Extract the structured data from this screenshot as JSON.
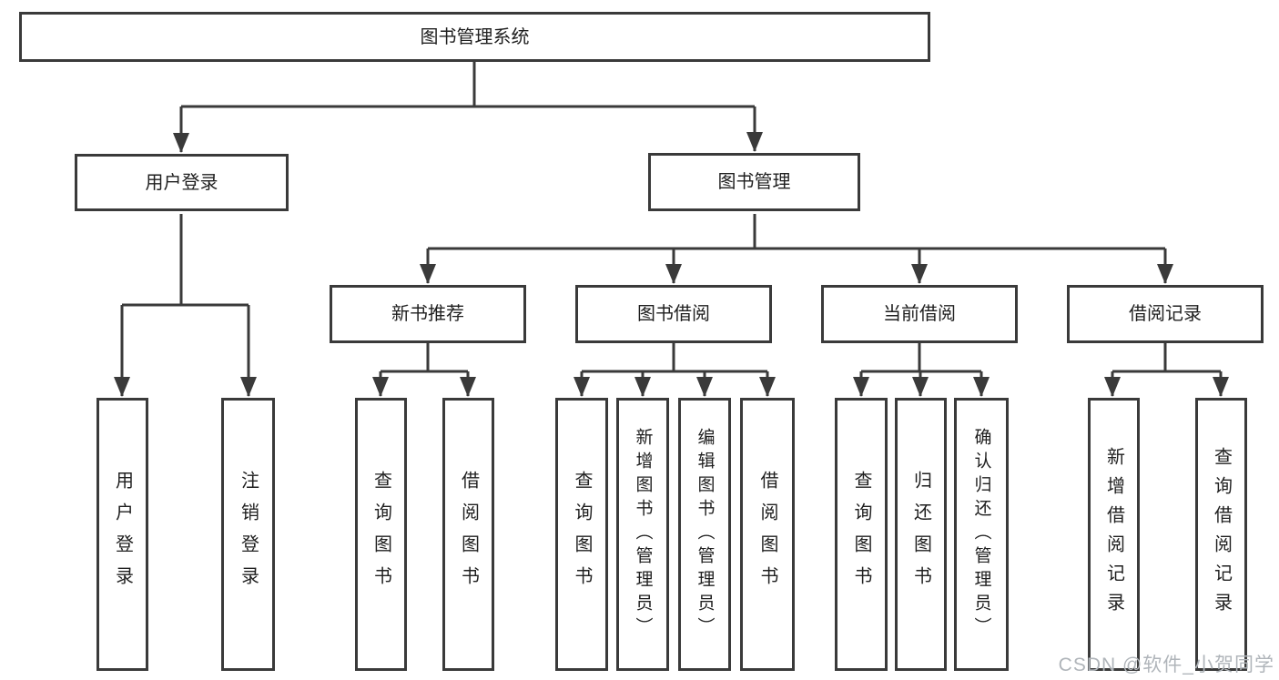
{
  "tree": {
    "root": "图书管理系统",
    "branches": [
      {
        "label": "用户登录",
        "children": [
          "用户登录",
          "注销登录"
        ]
      },
      {
        "label": "图书管理",
        "children": [
          {
            "label": "新书推荐",
            "children": [
              "查询图书",
              "借阅图书"
            ]
          },
          {
            "label": "图书借阅",
            "children": [
              "查询图书",
              "新增图书（管理员）",
              "编辑图书（管理员）",
              "借阅图书"
            ]
          },
          {
            "label": "当前借阅",
            "children": [
              "查询图书",
              "归还图书",
              "确认归还（管理员）"
            ]
          },
          {
            "label": "借阅记录",
            "children": [
              "新增借阅记录",
              "查询借阅记录"
            ]
          }
        ]
      }
    ]
  },
  "watermark": {
    "text": "CSDN @软件_小贺同学"
  },
  "colors": {
    "line": "#3a3a3a",
    "box_border": "#3a3a3a",
    "text": "#1f1f1f",
    "watermark": "#b0b5ba",
    "background": "#ffffff"
  }
}
